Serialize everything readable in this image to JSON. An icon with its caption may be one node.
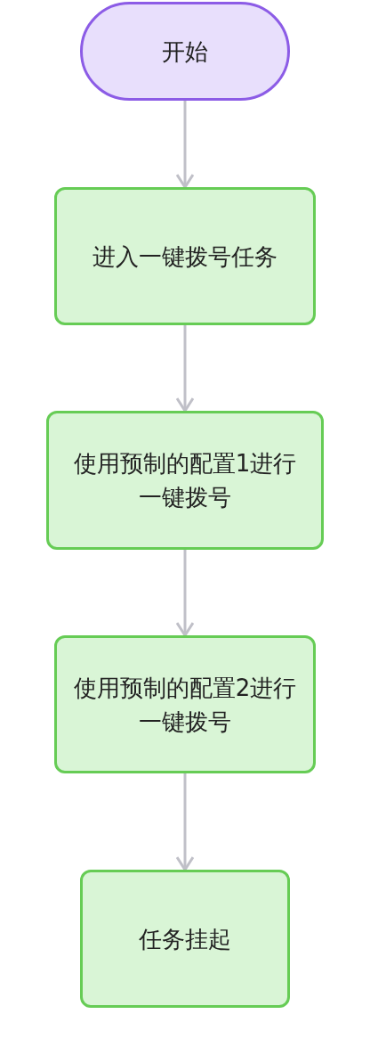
{
  "diagram": {
    "nodes": [
      {
        "text": [
          "开始"
        ]
      },
      {
        "text": [
          "进入一键拨号任务"
        ]
      },
      {
        "text": [
          "使用预制的配置1进行一键拨号"
        ]
      },
      {
        "text": [
          "使用预制的配置2进行一键拨号"
        ]
      },
      {
        "text": [
          "任务挂起"
        ]
      }
    ],
    "edges": [
      {
        "from": 0,
        "to": 1,
        "arrow": "to"
      },
      {
        "from": 1,
        "to": 2,
        "arrow": "to"
      },
      {
        "from": 2,
        "to": 3,
        "arrow": "to"
      },
      {
        "from": 3,
        "to": 4,
        "arrow": "to"
      }
    ]
  }
}
